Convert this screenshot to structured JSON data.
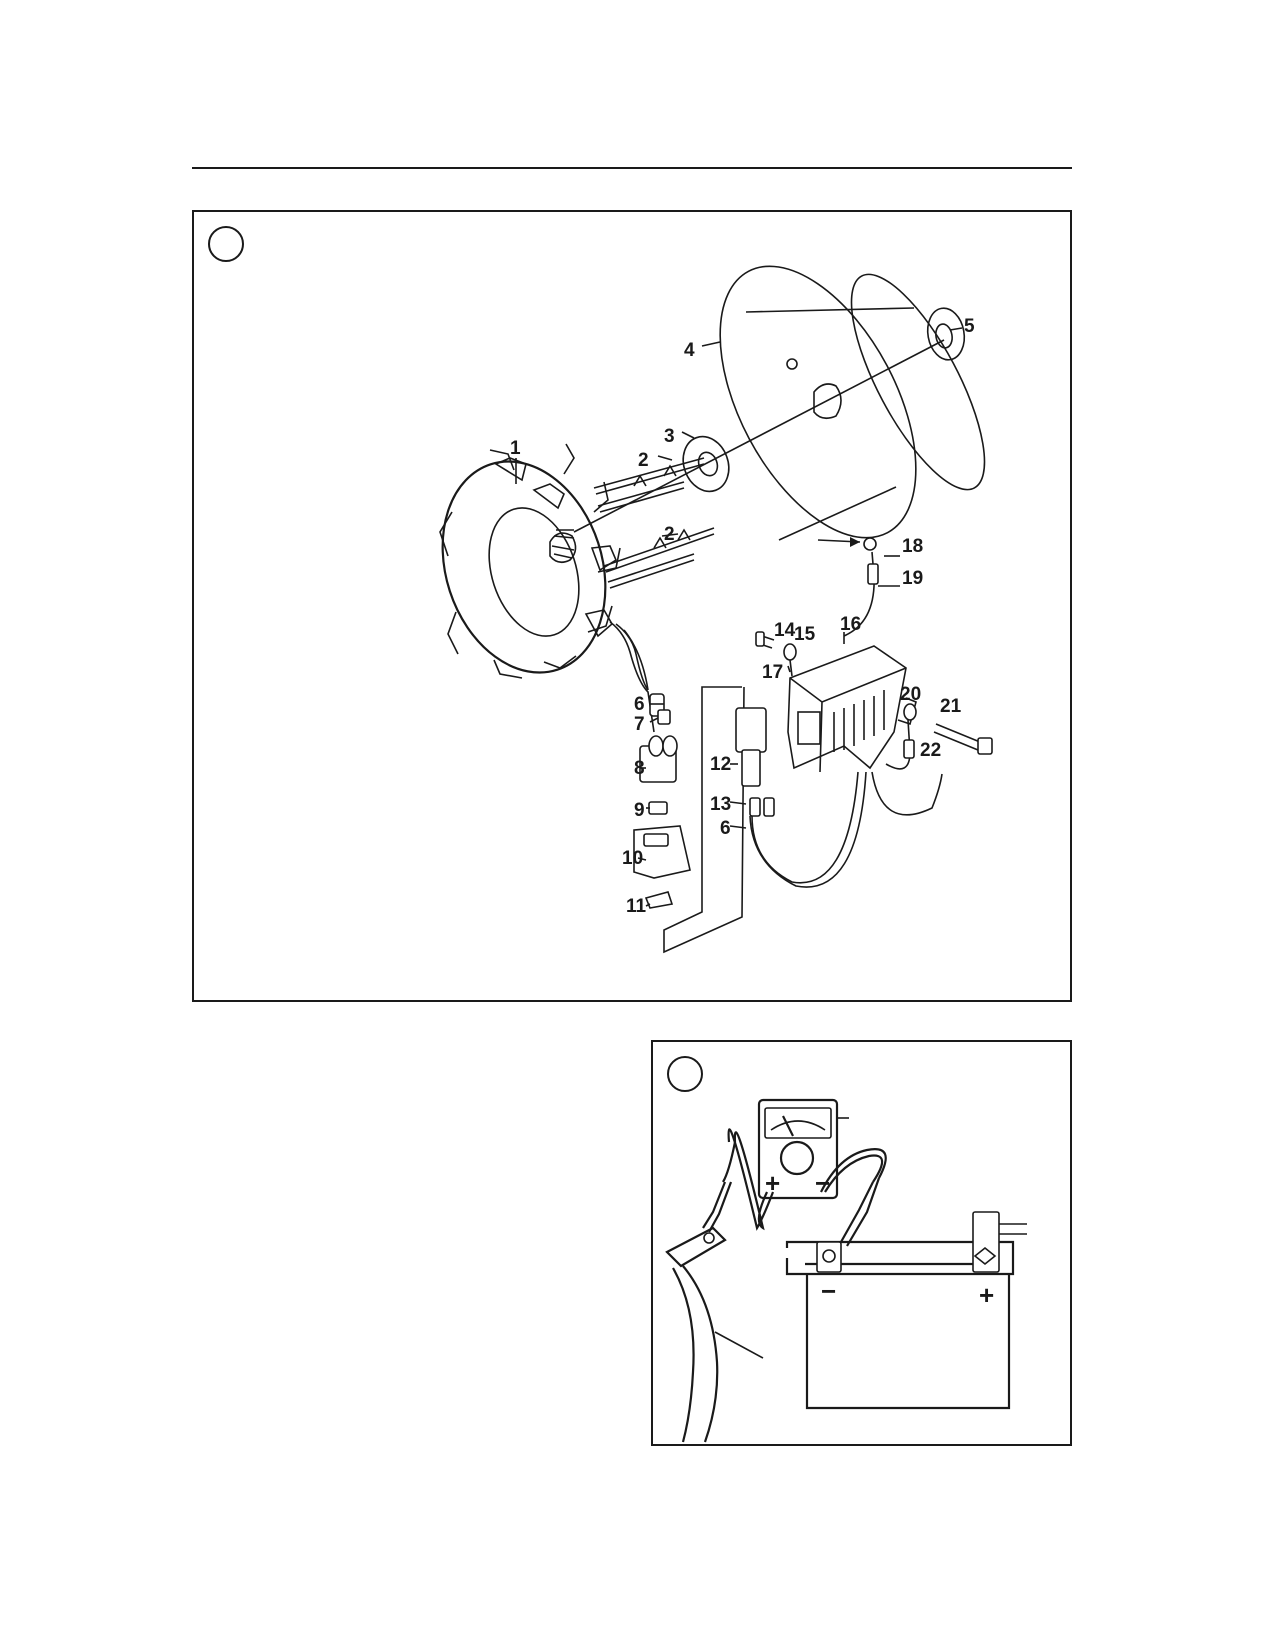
{
  "figure_a": {
    "callouts": [
      "1",
      "2",
      "2",
      "3",
      "4",
      "5",
      "6",
      "7",
      "8",
      "9",
      "10",
      "11",
      "12",
      "13",
      "6",
      "14",
      "15",
      "16",
      "17",
      "18",
      "19",
      "20",
      "21",
      "22"
    ]
  },
  "figure_b": {
    "meter_plus": "+",
    "meter_minus": "−",
    "battery_minus": "−",
    "battery_plus": "+"
  }
}
